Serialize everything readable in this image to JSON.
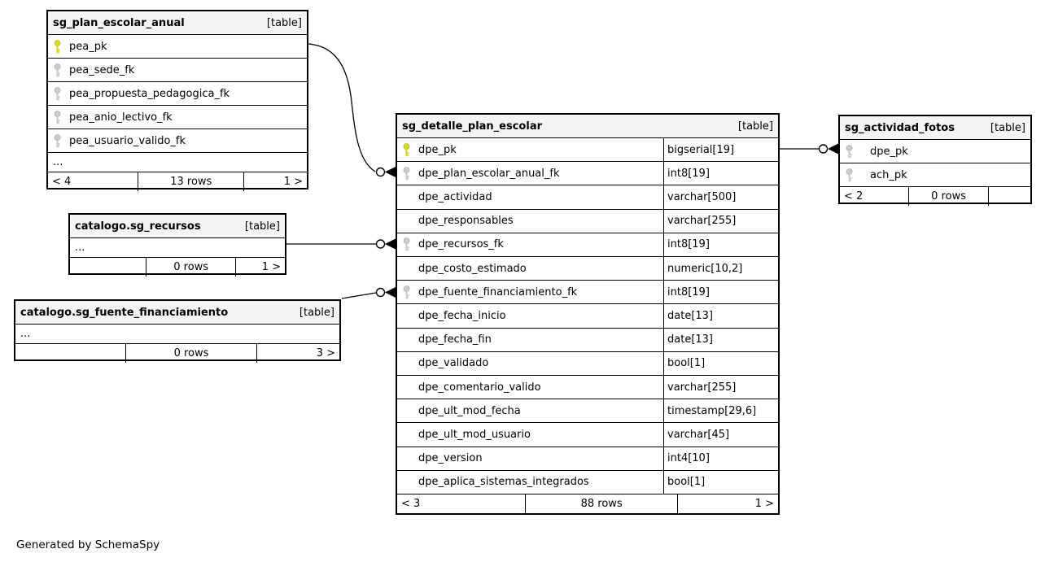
{
  "note": "Generated by SchemaSpy",
  "colors": {
    "header_bg": "#f4f4f4",
    "pk": "#d8dc20",
    "fk": "#cccccc",
    "line": "#000000"
  },
  "tables": [
    {
      "title": "sg_plan_escolar_anual",
      "tag": "[table]",
      "columns": [
        {
          "name": "pea_pk",
          "key": "pk"
        },
        {
          "name": "pea_sede_fk",
          "key": "fk"
        },
        {
          "name": "pea_propuesta_pedagogica_fk",
          "key": "fk"
        },
        {
          "name": "pea_anio_lectivo_fk",
          "key": "fk"
        },
        {
          "name": "pea_usuario_valido_fk",
          "key": "fk"
        }
      ],
      "ellipsis": "...",
      "footer": {
        "left": "< 4",
        "center": "13 rows",
        "right": "1 >"
      }
    },
    {
      "title": "catalogo.sg_recursos",
      "tag": "[table]",
      "ellipsis": "...",
      "footer": {
        "left": "",
        "center": "0 rows",
        "right": "1 >"
      }
    },
    {
      "title": "catalogo.sg_fuente_financiamiento",
      "tag": "[table]",
      "ellipsis": "...",
      "footer": {
        "left": "",
        "center": "0 rows",
        "right": "3 >"
      }
    },
    {
      "title": "sg_detalle_plan_escolar",
      "tag": "[table]",
      "columns": [
        {
          "name": "dpe_pk",
          "type": "bigserial[19]",
          "key": "pk"
        },
        {
          "name": "dpe_plan_escolar_anual_fk",
          "type": "int8[19]",
          "key": "fk"
        },
        {
          "name": "dpe_actividad",
          "type": "varchar[500]",
          "key": ""
        },
        {
          "name": "dpe_responsables",
          "type": "varchar[255]",
          "key": ""
        },
        {
          "name": "dpe_recursos_fk",
          "type": "int8[19]",
          "key": "fk"
        },
        {
          "name": "dpe_costo_estimado",
          "type": "numeric[10,2]",
          "key": ""
        },
        {
          "name": "dpe_fuente_financiamiento_fk",
          "type": "int8[19]",
          "key": "fk"
        },
        {
          "name": "dpe_fecha_inicio",
          "type": "date[13]",
          "key": ""
        },
        {
          "name": "dpe_fecha_fin",
          "type": "date[13]",
          "key": ""
        },
        {
          "name": "dpe_validado",
          "type": "bool[1]",
          "key": ""
        },
        {
          "name": "dpe_comentario_valido",
          "type": "varchar[255]",
          "key": ""
        },
        {
          "name": "dpe_ult_mod_fecha",
          "type": "timestamp[29,6]",
          "key": ""
        },
        {
          "name": "dpe_ult_mod_usuario",
          "type": "varchar[45]",
          "key": ""
        },
        {
          "name": "dpe_version",
          "type": "int4[10]",
          "key": ""
        },
        {
          "name": "dpe_aplica_sistemas_integrados",
          "type": "bool[1]",
          "key": ""
        }
      ],
      "footer": {
        "left": "< 3",
        "center": "88 rows",
        "right": "1 >"
      }
    },
    {
      "title": "sg_actividad_fotos",
      "tag": "[table]",
      "columns": [
        {
          "name": "dpe_pk",
          "key": "fk"
        },
        {
          "name": "ach_pk",
          "key": "fk"
        }
      ],
      "footer": {
        "left": "< 2",
        "center": "0 rows",
        "right": ""
      }
    }
  ]
}
